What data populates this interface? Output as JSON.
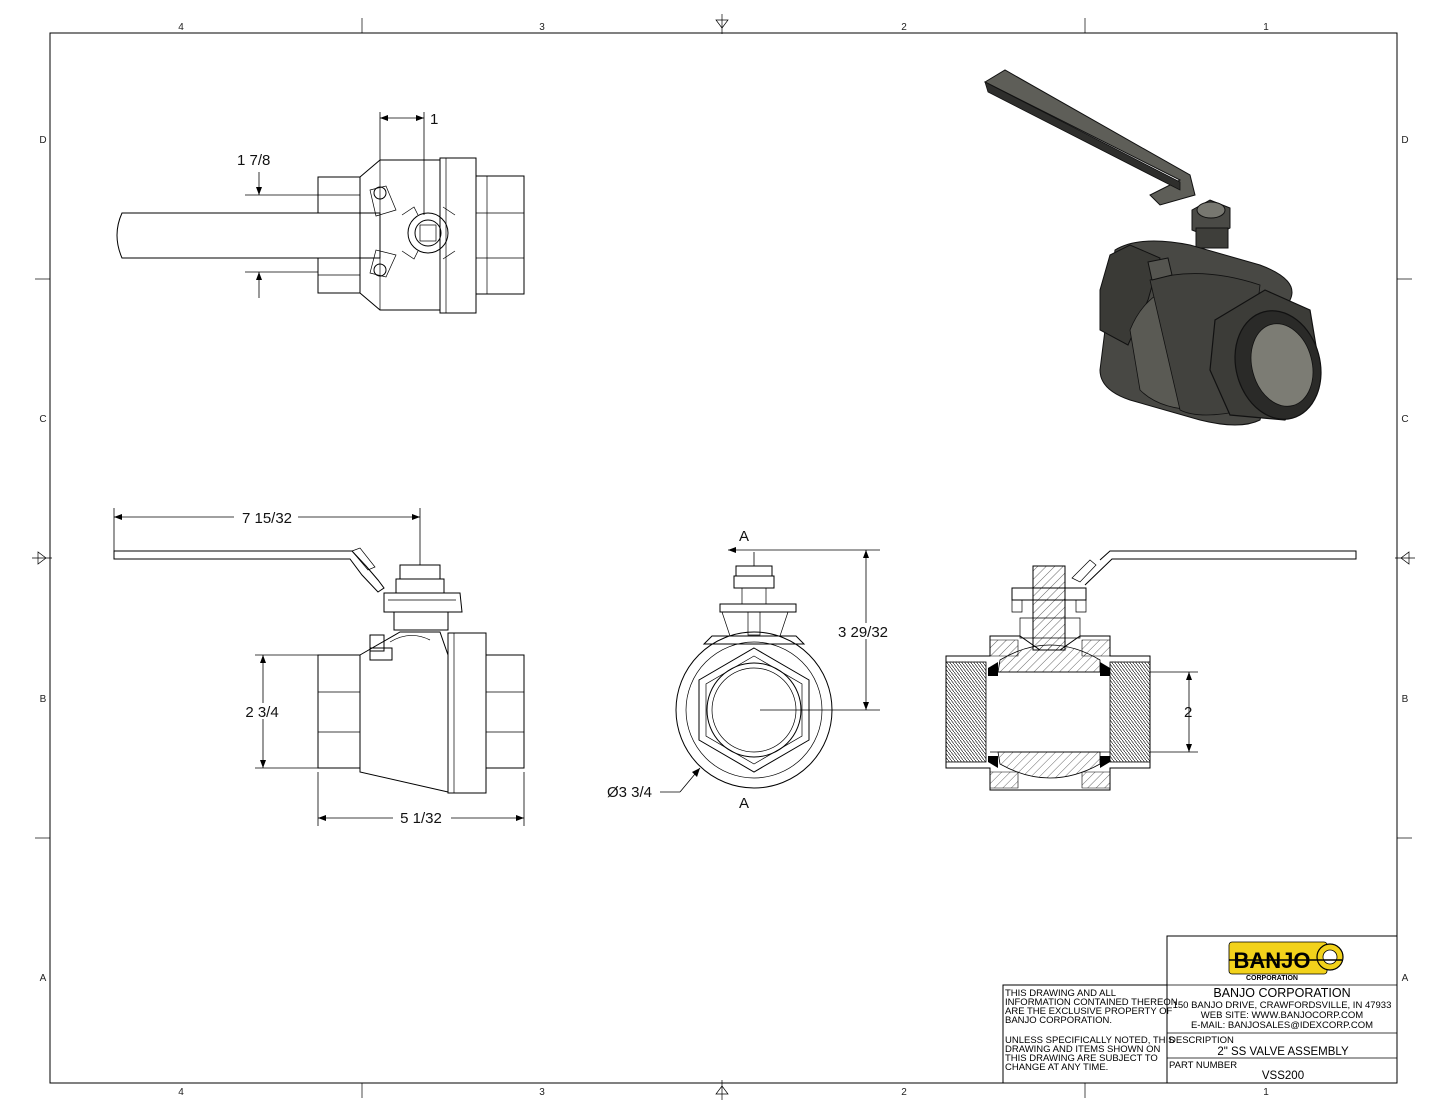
{
  "zones": {
    "columns": [
      "4",
      "3",
      "2",
      "1"
    ],
    "rows": [
      "D",
      "C",
      "B",
      "A"
    ]
  },
  "dimensions": {
    "top_offset": "1",
    "top_height": "1 7/8",
    "handle_length": "7 15/32",
    "body_height": "2 3/4",
    "body_length": "5 1/32",
    "overall_height": "3 29/32",
    "end_diameter": "Ø3 3/4",
    "section_label_top": "A",
    "section_label_bottom": "A",
    "bore": "2"
  },
  "title_block": {
    "logo_text": "BANJO",
    "logo_subtext": "CORPORATION",
    "company": "BANJO CORPORATION",
    "address": "150 BANJO DRIVE, CRAWFORDSVILLE, IN 47933",
    "website": "WEB SITE: WWW.BANJOCORP.COM",
    "email": "E-MAIL: BANJOSALES@IDEXCORP.COM",
    "notice_lines": [
      "THIS DRAWING AND ALL",
      "INFORMATION CONTAINED THEREON",
      "ARE THE EXCLUSIVE PROPERTY OF",
      "BANJO CORPORATION."
    ],
    "notice2_lines": [
      "UNLESS SPECIFICALLY NOTED, THIS",
      "DRAWING AND ITEMS SHOWN ON",
      "THIS DRAWING ARE SUBJECT TO",
      "CHANGE AT ANY TIME."
    ],
    "description_label": "DESCRIPTION",
    "description": "2\" SS VALVE ASSEMBLY",
    "part_number_label": "PART NUMBER",
    "part_number": "VSS200"
  },
  "colors": {
    "line": "#000000",
    "logo_yellow": "#f2d21b",
    "render_dark": "#3a3a38",
    "render_mid": "#6e6e68"
  }
}
